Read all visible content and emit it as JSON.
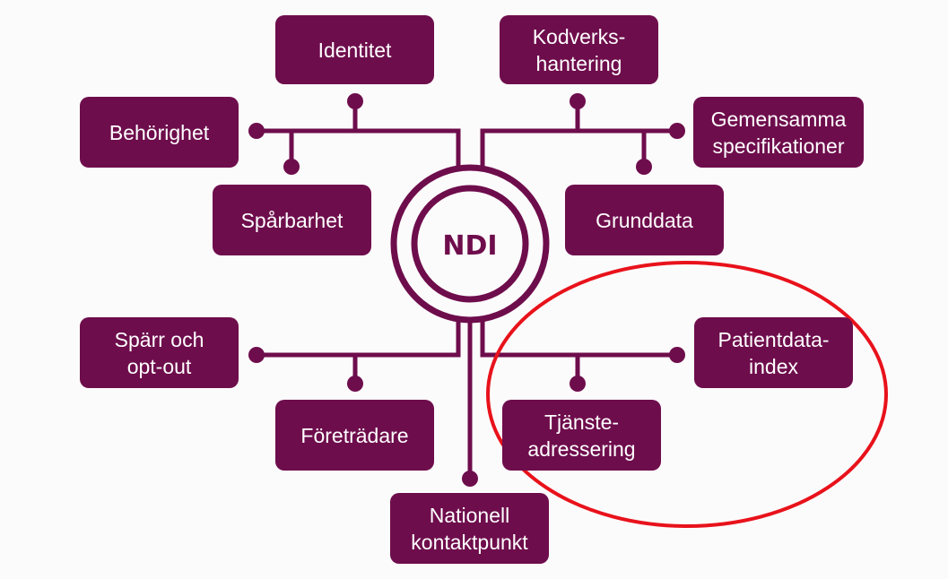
{
  "center": {
    "label": "NDI"
  },
  "nodes": {
    "identitet": "Identitet",
    "kodverkshantering": "Kodverks-\nhantering",
    "behorighet": "Behörighet",
    "gemensamma_specifikationer": "Gemensamma\nspecifikationer",
    "sparbarhet": "Spårbarhet",
    "grunddata": "Grunddata",
    "sparr_opt_out": "Spärr och\nopt-out",
    "patientdataindex": "Patientdata-\nindex",
    "foretradare": "Företrädare",
    "tjansteadressering": "Tjänste-\nadressering",
    "nationell_kontaktpunkt": "Nationell\nkontaktpunkt"
  },
  "colors": {
    "node_fill": "#6e0d4c",
    "node_text": "#ffffff",
    "connector": "#6e0d4c",
    "highlight": "#e8121b",
    "background": "#fcfbfc"
  }
}
